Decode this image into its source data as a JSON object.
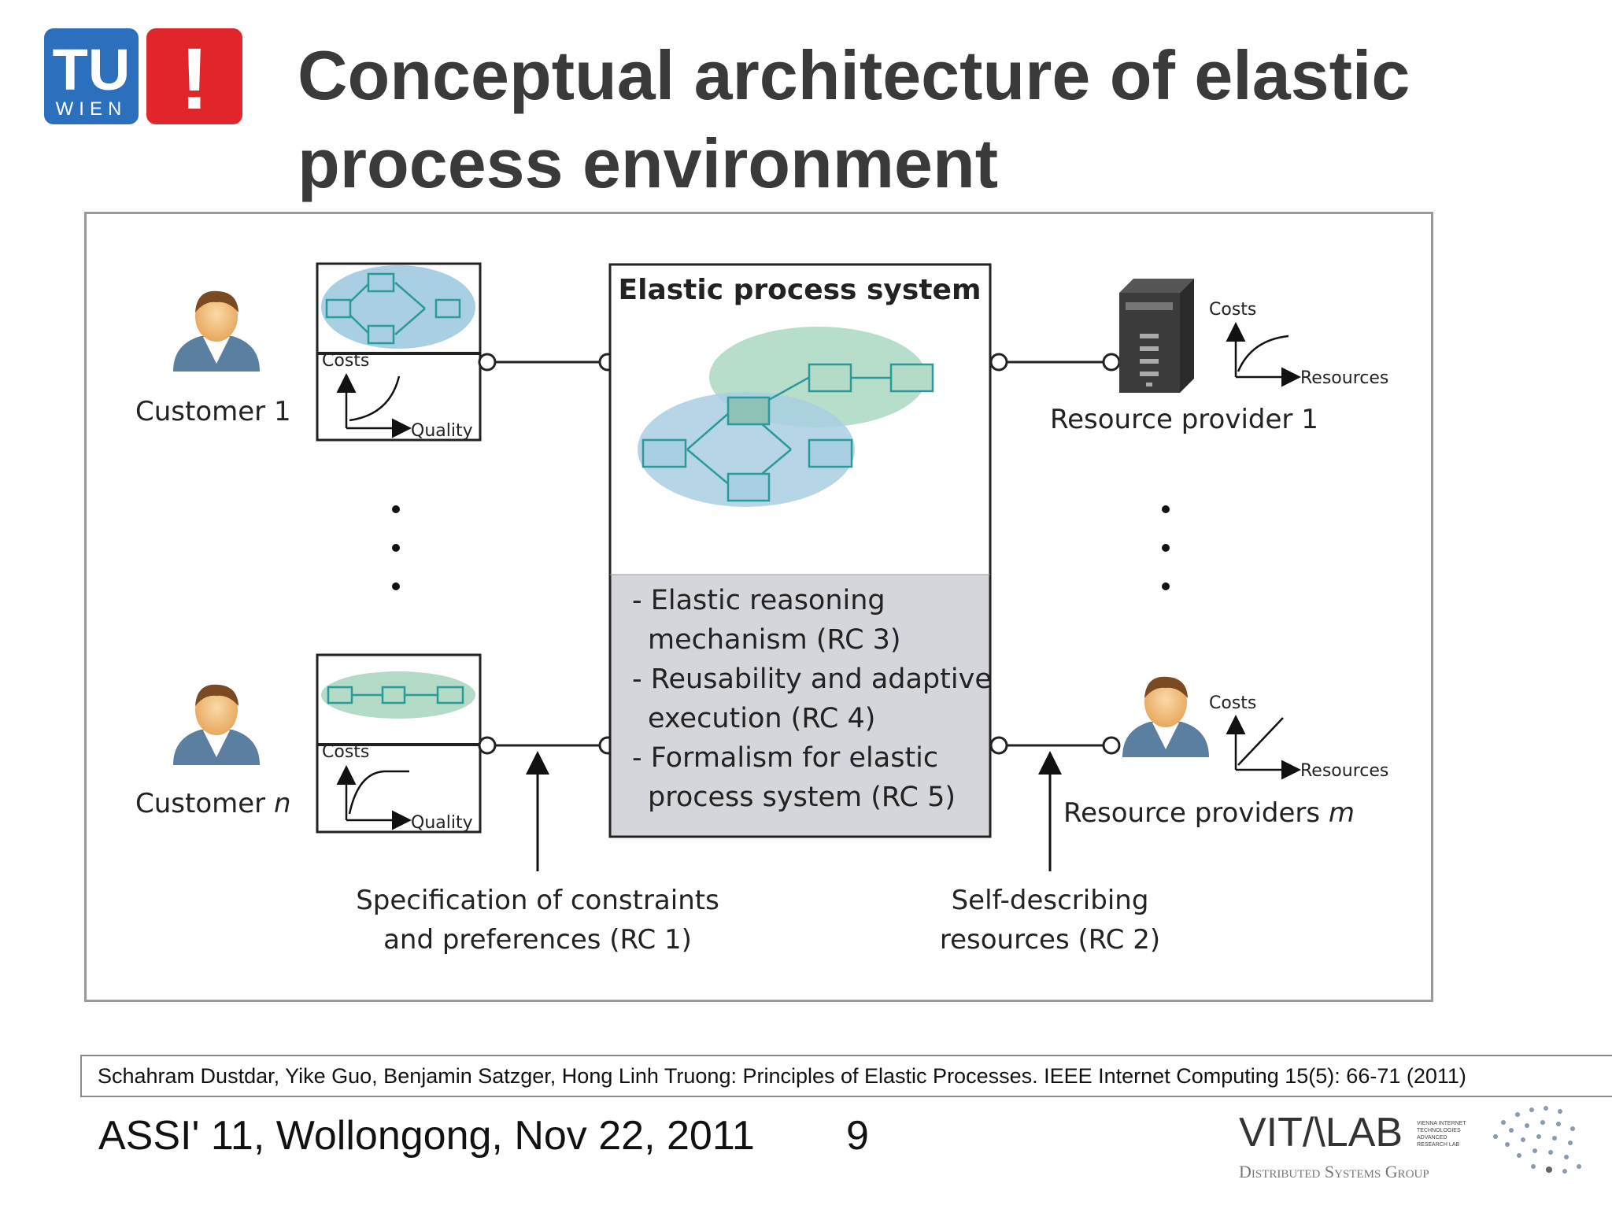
{
  "logo": {
    "tu": "TU",
    "wien": "WIEN",
    "mark": "!",
    "colors": {
      "blue": "#2b6fbd",
      "red": "#e0252b"
    }
  },
  "title": {
    "line1": "Conceptual architecture of elastic",
    "line2": "process environment"
  },
  "diagram": {
    "customer1": "Customer 1",
    "customer_n": {
      "text": "Customer ",
      "italic": "n"
    },
    "graph_costs": "Costs",
    "graph_quality": "Quality",
    "graph_resources": "Resources",
    "system_title": "Elastic process system",
    "reasoning": [
      "- Elastic reasoning",
      "mechanism (RC 3)",
      "- Reusability and adaptive",
      "execution (RC 4)",
      "- Formalism for elastic",
      "process system (RC 5)"
    ],
    "resource_provider1": "Resource provider 1",
    "resource_providers_m": {
      "text": "Resource providers ",
      "italic": "m"
    },
    "spec_line1": "Specification of constraints",
    "spec_line2": "and preferences (RC 1)",
    "self_line1": "Self-describing",
    "self_line2": "resources (RC 2)",
    "colors": {
      "workflow_blue": "#a9cfe3",
      "workflow_green": "#b3dbc8",
      "node_stroke": "#2a9a9a",
      "reasoning_bg": "#d5d6db"
    }
  },
  "citation": "Schahram Dustdar, Yike Guo, Benjamin Satzger, Hong Linh Truong: Principles of Elastic Processes. IEEE Internet Computing 15(5): 66-71 (2011)",
  "footer": {
    "event": "ASSI' 11, Wollongong, Nov 22, 2011",
    "page": "9",
    "vitalab": "VIT/\\LAB",
    "vitalab_sub": [
      "VIENNA INTERNET",
      "TECHNOLOGIES",
      "ADVANCED",
      "RESEARCH LAB"
    ],
    "group": "Distributed Systems Group"
  }
}
